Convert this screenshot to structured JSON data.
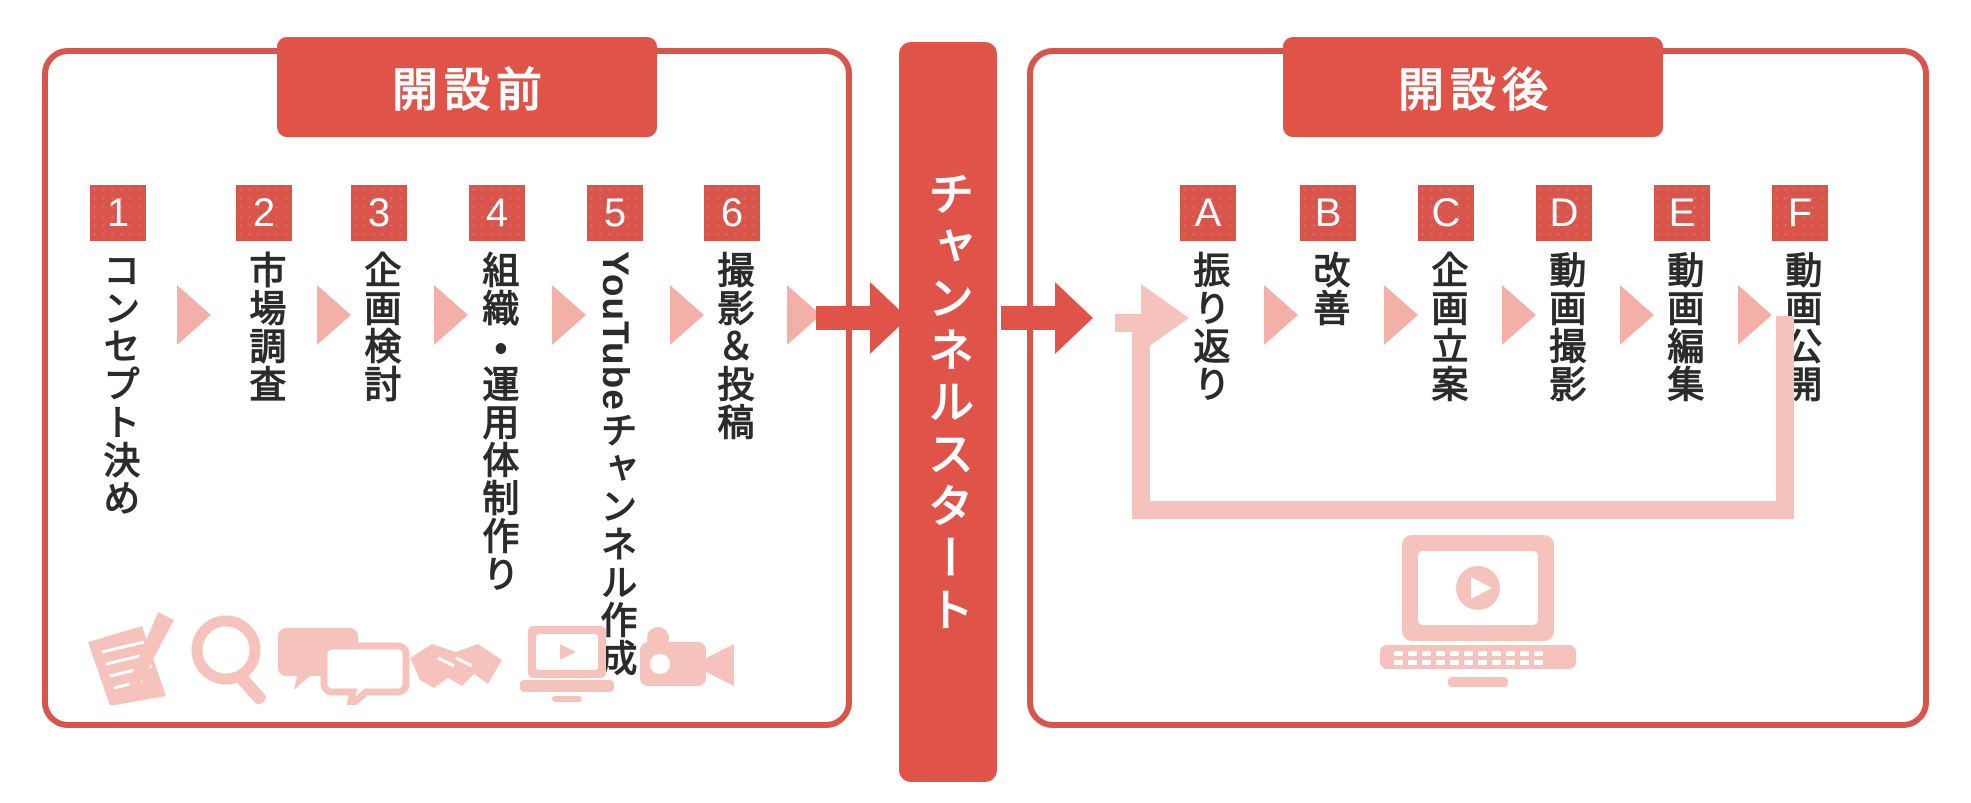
{
  "diagram": {
    "title_pre": "開設前",
    "title_post": "開設後",
    "center_bar_label": "チャンネルスタート"
  },
  "colors": {
    "primary_red": "#d9544a",
    "banner_red": "#e05348",
    "light_pink": "#f2b0a8",
    "pale_pink": "#f5c3bc",
    "text_dark": "#2b2b2b",
    "background": "#ffffff"
  },
  "pre_launch": {
    "steps": [
      {
        "badge": "1",
        "label": "コンセプト決め"
      },
      {
        "badge": "2",
        "label": "市場調査"
      },
      {
        "badge": "3",
        "label": "企画検討"
      },
      {
        "badge": "4",
        "label": "組織・運用体制作り"
      },
      {
        "badge": "5",
        "label": "YouTubeチャンネル作成"
      },
      {
        "badge": "6",
        "label": "撮影＆投稿"
      }
    ],
    "icons": [
      "document-pen-icon",
      "magnifier-icon",
      "speech-bubbles-icon",
      "handshake-icon",
      "laptop-video-icon",
      "video-camera-icon"
    ]
  },
  "post_launch": {
    "steps": [
      {
        "badge": "A",
        "label": "振り返り"
      },
      {
        "badge": "B",
        "label": "改善"
      },
      {
        "badge": "C",
        "label": "企画立案"
      },
      {
        "badge": "D",
        "label": "動画撮影"
      },
      {
        "badge": "E",
        "label": "動画編集"
      },
      {
        "badge": "F",
        "label": "動画公開"
      }
    ],
    "icons": [
      "laptop-play-icon"
    ],
    "loop": "feedback-loop-arrow"
  },
  "connectors": {
    "arrow_into_start": "arrow-right-icon",
    "arrow_out_of_start": "arrow-right-icon",
    "separator": "triangle-right-icon"
  }
}
